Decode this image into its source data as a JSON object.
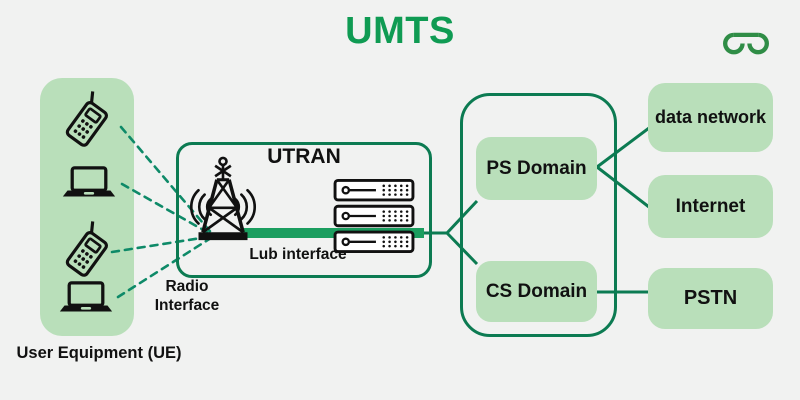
{
  "title": "UMTS",
  "logo": {
    "name": "geeksforgeeks-logo",
    "color": "#2f8d46"
  },
  "colors": {
    "background": "#f1f2f1",
    "box_fill": "#b9dfba",
    "border_green": "#0c7b52",
    "link_bright_green": "#1b9e5f",
    "dashed_green": "#0e8a68",
    "title_green": "#0f9b53",
    "text": "#111111"
  },
  "ue": {
    "label": "User Equipment (UE)",
    "devices": [
      "mobile-phone",
      "laptop",
      "mobile-phone",
      "laptop"
    ]
  },
  "radio_interface": {
    "label": "Radio Interface"
  },
  "utran": {
    "title": "UTRAN",
    "lub_label": "Lub interface",
    "node_icons": [
      "radio-tower",
      "server-rack"
    ]
  },
  "core_network": {
    "domains": [
      {
        "label": "PS Domain"
      },
      {
        "label": "CS Domain"
      }
    ]
  },
  "external_networks": [
    {
      "label": "data network"
    },
    {
      "label": "Internet"
    },
    {
      "label": "PSTN"
    }
  ]
}
